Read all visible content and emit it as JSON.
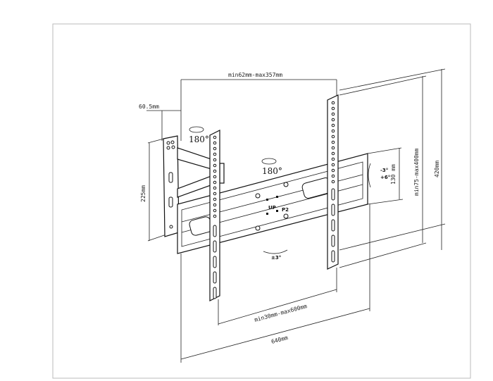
{
  "dimensions": {
    "top_width": "min62mm-max357mm",
    "wall_offset": "60.5mm",
    "wall_plate_height": "225mm",
    "frame_height": "130 mm",
    "vesa_vertical": "min75-max400mm",
    "overall_height": "420mm",
    "vesa_horizontal": "min30mm-max600mm",
    "overall_width": "640mm"
  },
  "annotations": {
    "swivel_arm": "180°",
    "swivel_center": "180°",
    "level": "±3°",
    "tilt_up": "-3°",
    "tilt_down": "+6°",
    "marking_up": "UP",
    "marking_p2": "P2"
  }
}
